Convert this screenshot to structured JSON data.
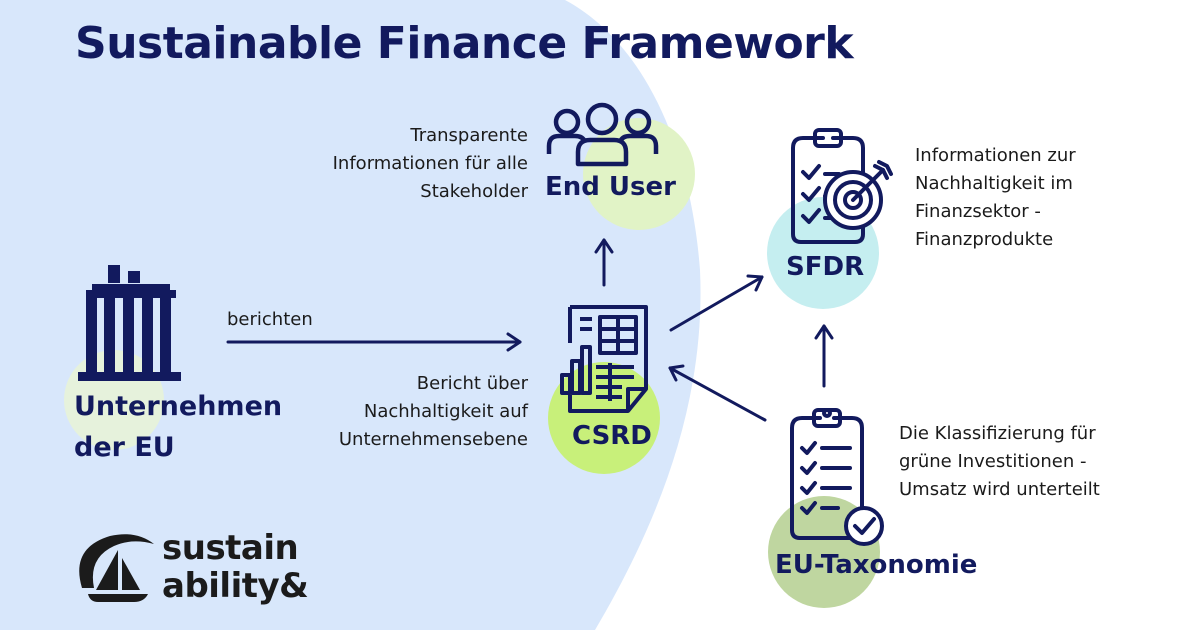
{
  "title": "Sustainable Finance Framework",
  "colors": {
    "navy": "#121a5e",
    "blob": "#d8e7fb",
    "lime": "#c8f07a",
    "light_lime": "#e1f3c6",
    "cyan": "#c5eef0",
    "olive": "#bfd6a0",
    "pale_green": "#e6f2dc"
  },
  "nodes": {
    "company": {
      "line1": "Unternehmen",
      "line2": "der EU",
      "icon": "building-icon"
    },
    "end_user": {
      "label": "End User",
      "icon": "people-group-icon"
    },
    "csrd": {
      "label": "CSRD",
      "icon": "report-document-icon"
    },
    "sfdr": {
      "label": "SFDR",
      "icon": "clipboard-target-icon"
    },
    "taxonomy": {
      "label": "EU-Taxonomie",
      "icon": "clipboard-checklist-icon"
    }
  },
  "edges": {
    "report_label": "berichten"
  },
  "descriptions": {
    "end_user": [
      "Transparente",
      "Informationen für alle",
      "Stakeholder"
    ],
    "csrd": [
      "Bericht über",
      "Nachhaltigkeit auf",
      "Unternehmensebene"
    ],
    "sfdr": [
      "Informationen zur",
      "Nachhaltigkeit im",
      "Finanzsektor -",
      "Finanzprodukte"
    ],
    "taxonomy": [
      "Die Klassifizierung für",
      "grüne Investitionen -",
      "Umsatz wird unterteilt"
    ]
  },
  "logo": {
    "line1": "sustain",
    "line2": "ability&",
    "icon": "sailboat-logo-icon"
  }
}
